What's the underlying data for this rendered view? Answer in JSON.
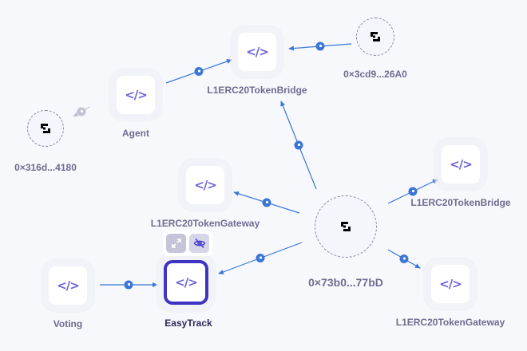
{
  "colors": {
    "edge": "#3a76d8",
    "edge_dim": "#c3c3d4",
    "selected_border": "#3f33c2",
    "code_icon": "#6b62d8",
    "label": "#6f6c90"
  },
  "nodes": {
    "top_bridge": {
      "label": "L1ERC20TokenBridge",
      "icon": "code-icon"
    },
    "agent": {
      "label": "Agent",
      "icon": "code-icon"
    },
    "mid_gateway": {
      "label": "L1ERC20TokenGateway",
      "icon": "code-icon"
    },
    "right_bridge": {
      "label": "L1ERC20TokenBridge",
      "icon": "code-icon"
    },
    "right_gateway": {
      "label": "L1ERC20TokenGateway",
      "icon": "code-icon"
    },
    "voting": {
      "label": "Voting",
      "icon": "code-icon"
    },
    "easytrack": {
      "label": "EasyTrack",
      "icon": "code-icon",
      "selected": true
    }
  },
  "wallets": {
    "w_3cd9": {
      "label": "0×3cd9...26A0",
      "icon": "wallet-identicon"
    },
    "w_316d": {
      "label": "0×316d...4180",
      "icon": "wallet-identicon"
    },
    "w_73b0": {
      "label": "0×73b0...77bD",
      "icon": "wallet-identicon"
    }
  },
  "toolbar": {
    "expand_icon": "expand-arrows-icon",
    "hide_icon": "eye-slash-icon"
  },
  "code_glyph": "</>"
}
